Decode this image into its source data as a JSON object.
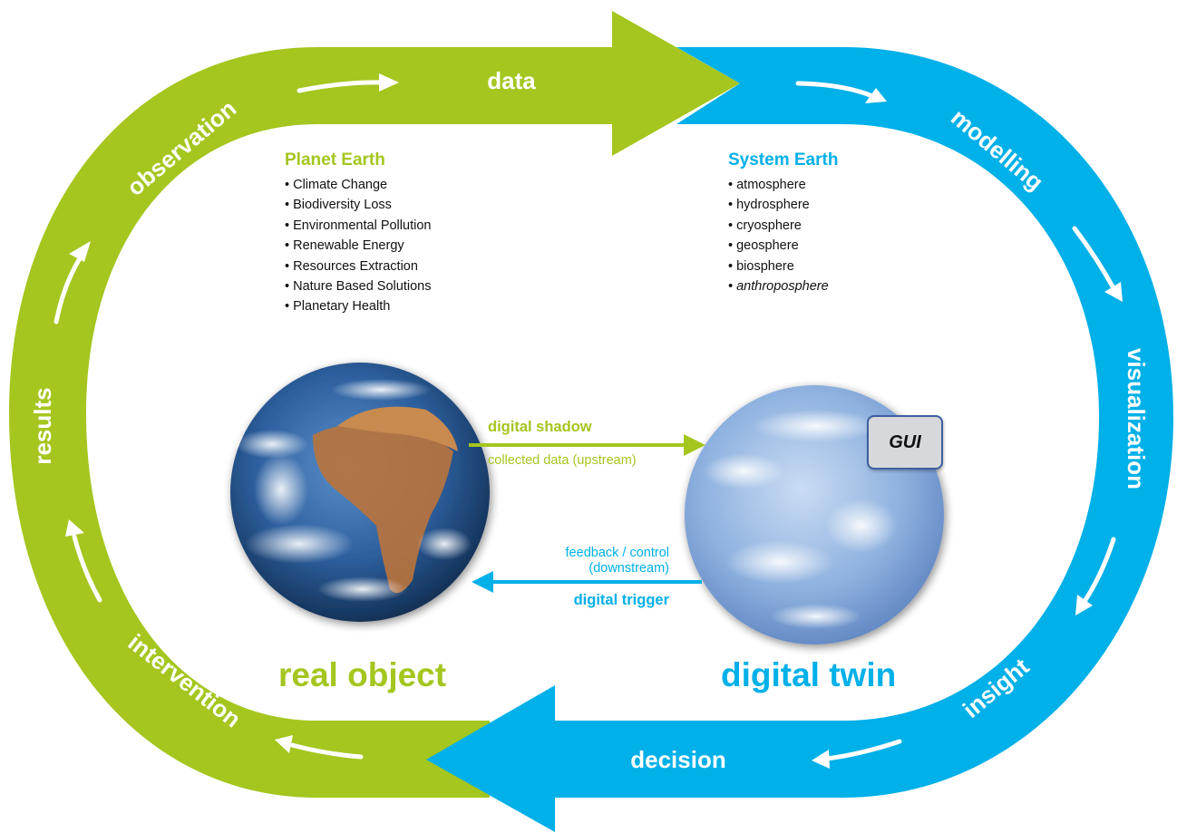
{
  "colors": {
    "green": "#a4c61f",
    "blue": "#00b0e8",
    "white": "#ffffff",
    "gui_border": "#3c5fa0"
  },
  "cycle": {
    "top_arrow": "data",
    "bottom_arrow": "decision",
    "left_side": [
      "observation",
      "results",
      "intervention"
    ],
    "right_side": [
      "modelling",
      "visualization",
      "insight"
    ]
  },
  "planet_earth": {
    "title": "Planet Earth",
    "items": [
      "Climate Change",
      "Biodiversity Loss",
      "Environmental Pollution",
      "Renewable Energy",
      "Resources Extraction",
      "Nature Based Solutions",
      "Planetary Health"
    ]
  },
  "system_earth": {
    "title": "System Earth",
    "items": [
      "atmosphere",
      "hydrosphere",
      "cryosphere",
      "geosphere",
      "biosphere",
      "anthroposphere"
    ]
  },
  "links": {
    "shadow_title": "digital shadow",
    "shadow_sub": "collected data (upstream)",
    "trigger_sub_1": "feedback / control",
    "trigger_sub_2": "(downstream)",
    "trigger_title": "digital trigger"
  },
  "real_object_label": "real object",
  "digital_twin_label": "digital twin",
  "gui_label": "GUI"
}
